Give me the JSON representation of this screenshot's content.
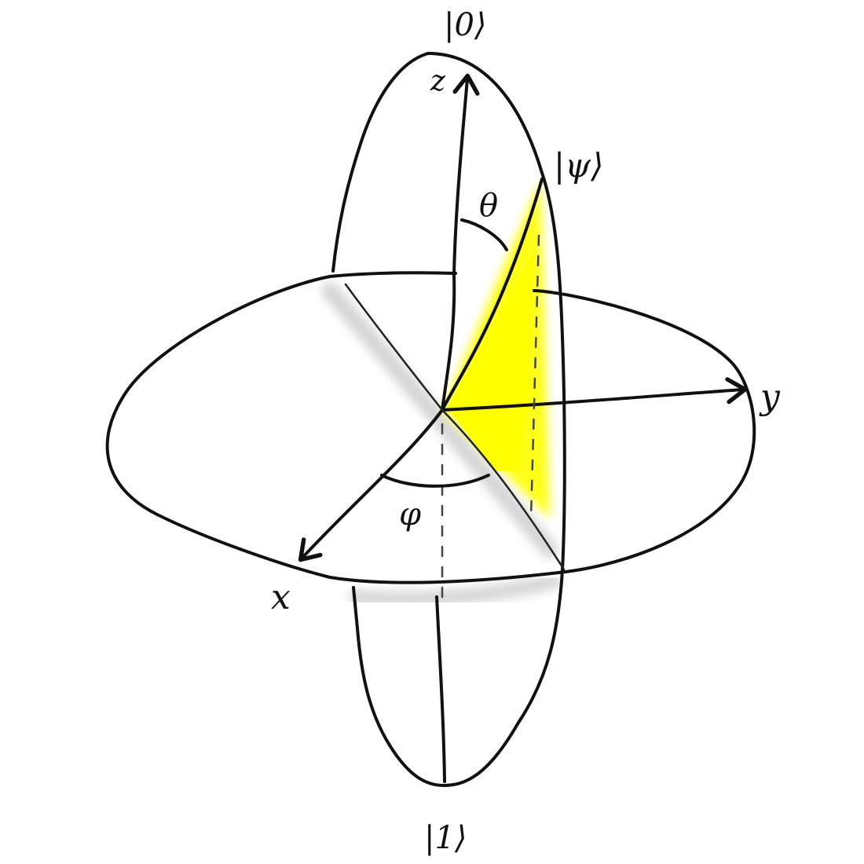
{
  "labels": {
    "ket_zero": "|0⟩",
    "ket_one": "|1⟩",
    "ket_psi": "|ψ⟩",
    "axis_x": "x",
    "axis_y": "y",
    "axis_z": "z",
    "angle_theta": "θ",
    "angle_phi": "φ"
  },
  "colors": {
    "ink": "#111111",
    "highlight": "#ffff00",
    "shadow": "#d8d8d8"
  }
}
